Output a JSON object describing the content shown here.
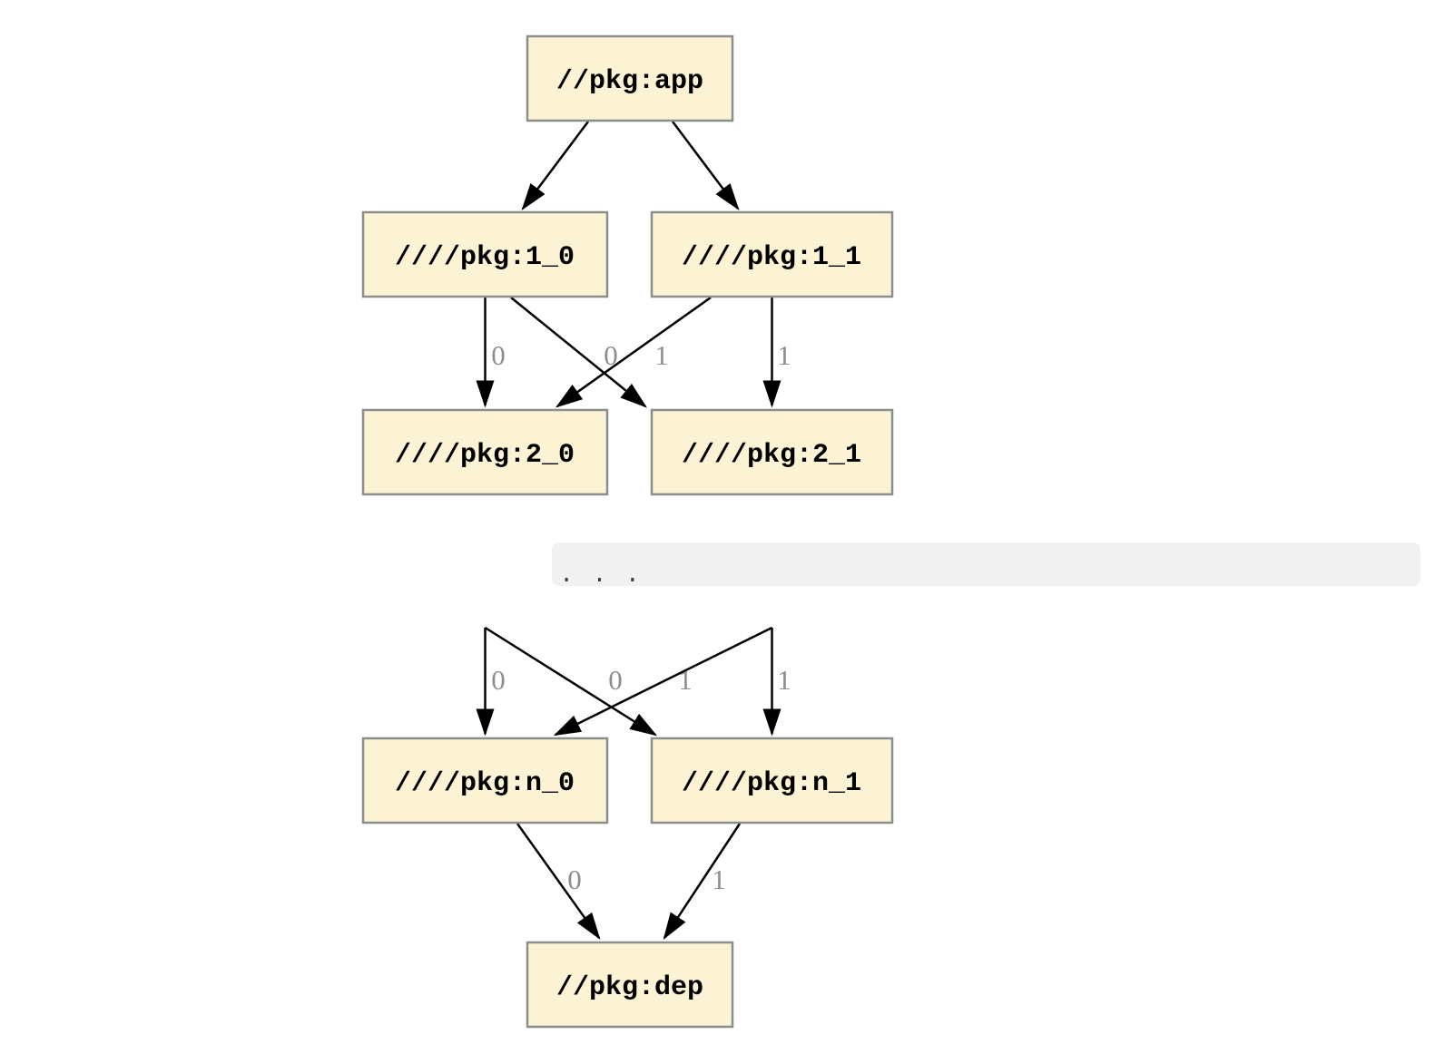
{
  "diagram": {
    "type": "dependency-graph",
    "nodes": [
      {
        "id": "app",
        "label": "//pkg:app"
      },
      {
        "id": "1_0",
        "label": "////pkg:1_0"
      },
      {
        "id": "1_1",
        "label": "////pkg:1_1"
      },
      {
        "id": "2_0",
        "label": "////pkg:2_0"
      },
      {
        "id": "2_1",
        "label": "////pkg:2_1"
      },
      {
        "id": "n_0",
        "label": "////pkg:n_0"
      },
      {
        "id": "n_1",
        "label": "////pkg:n_1"
      },
      {
        "id": "dep",
        "label": "//pkg:dep"
      }
    ],
    "edges": [
      {
        "from": "app",
        "to": "1_0",
        "label": ""
      },
      {
        "from": "app",
        "to": "1_1",
        "label": ""
      },
      {
        "from": "1_0",
        "to": "2_0",
        "label": "0"
      },
      {
        "from": "1_1",
        "to": "2_0",
        "label": "0"
      },
      {
        "from": "1_0",
        "to": "2_1",
        "label": "1"
      },
      {
        "from": "1_1",
        "to": "2_1",
        "label": "1"
      },
      {
        "from": "...",
        "to": "n_0",
        "label": "0"
      },
      {
        "from": "...",
        "to": "n_0",
        "label": "0"
      },
      {
        "from": "...",
        "to": "n_1",
        "label": "1"
      },
      {
        "from": "...",
        "to": "n_1",
        "label": "1"
      },
      {
        "from": "n_0",
        "to": "dep",
        "label": "0"
      },
      {
        "from": "n_1",
        "to": "dep",
        "label": "1"
      }
    ],
    "edge_labels": {
      "upper": [
        "0",
        "0",
        "1",
        "1"
      ],
      "lower": [
        "0",
        "0",
        "1",
        "1"
      ],
      "bottom": [
        "0",
        "1"
      ]
    },
    "ellipsis": ". . ."
  },
  "colors": {
    "node_fill": "#fcf2d4",
    "node_border": "#8b8f8b",
    "node_text": "#000000",
    "edge": "#000000",
    "edge_label": "#8d8d8d",
    "ellipsis_bg": "#f1f1f1",
    "ellipsis_text": "#3b3b3b",
    "background": "#ffffff"
  }
}
